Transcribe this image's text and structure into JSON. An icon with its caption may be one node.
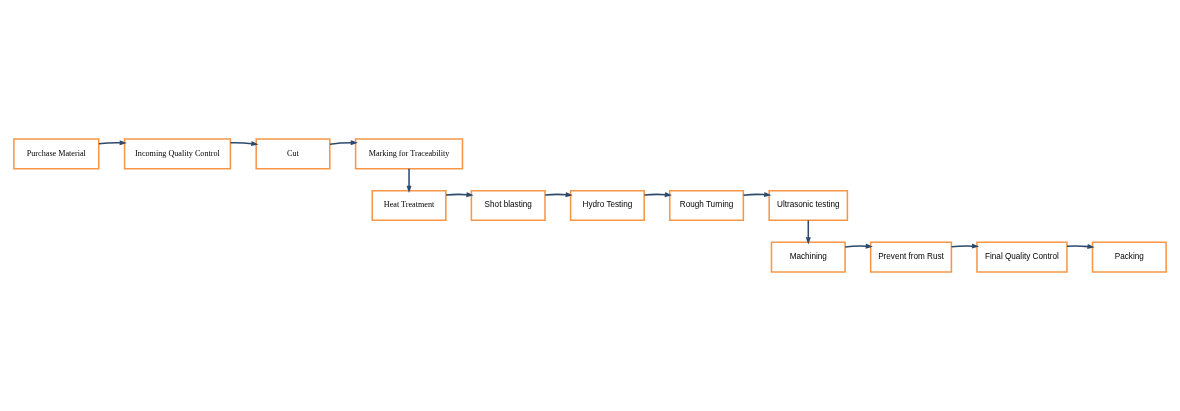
{
  "diagram": {
    "nodes": [
      {
        "text": [
          "Purchase Material"
        ]
      },
      {
        "text": [
          "Incoming Quality Control"
        ]
      },
      {
        "text": [
          "Cut"
        ]
      },
      {
        "text": [
          "Marking for Traceability"
        ]
      },
      {
        "text": [
          "Heat Treatment"
        ]
      },
      {
        "text": [
          "Shot blasting"
        ]
      },
      {
        "text": [
          "Hydro Testing"
        ]
      },
      {
        "text": [
          "Rough Turning"
        ]
      },
      {
        "text": [
          "Ultrasonic testing"
        ]
      },
      {
        "text": [
          "Machining"
        ]
      },
      {
        "text": [
          "Prevent from Rust"
        ]
      },
      {
        "text": [
          "Final Quality Control"
        ]
      },
      {
        "text": [
          "Packing"
        ]
      }
    ],
    "edges": [
      {
        "from": 0,
        "to": 1,
        "arrow": "to"
      },
      {
        "from": 1,
        "to": 2,
        "arrow": "to"
      },
      {
        "from": 2,
        "to": 3,
        "arrow": "to"
      },
      {
        "from": 3,
        "to": 4,
        "arrow": "to"
      },
      {
        "from": 4,
        "to": 5,
        "arrow": "to"
      },
      {
        "from": 5,
        "to": 6,
        "arrow": "to"
      },
      {
        "from": 6,
        "to": 7,
        "arrow": "to"
      },
      {
        "from": 7,
        "to": 8,
        "arrow": "to"
      },
      {
        "from": 8,
        "to": 9,
        "arrow": "to"
      },
      {
        "from": 9,
        "to": 10,
        "arrow": "to"
      },
      {
        "from": 10,
        "to": 11,
        "arrow": "to"
      },
      {
        "from": 11,
        "to": 12,
        "arrow": "to"
      }
    ]
  }
}
